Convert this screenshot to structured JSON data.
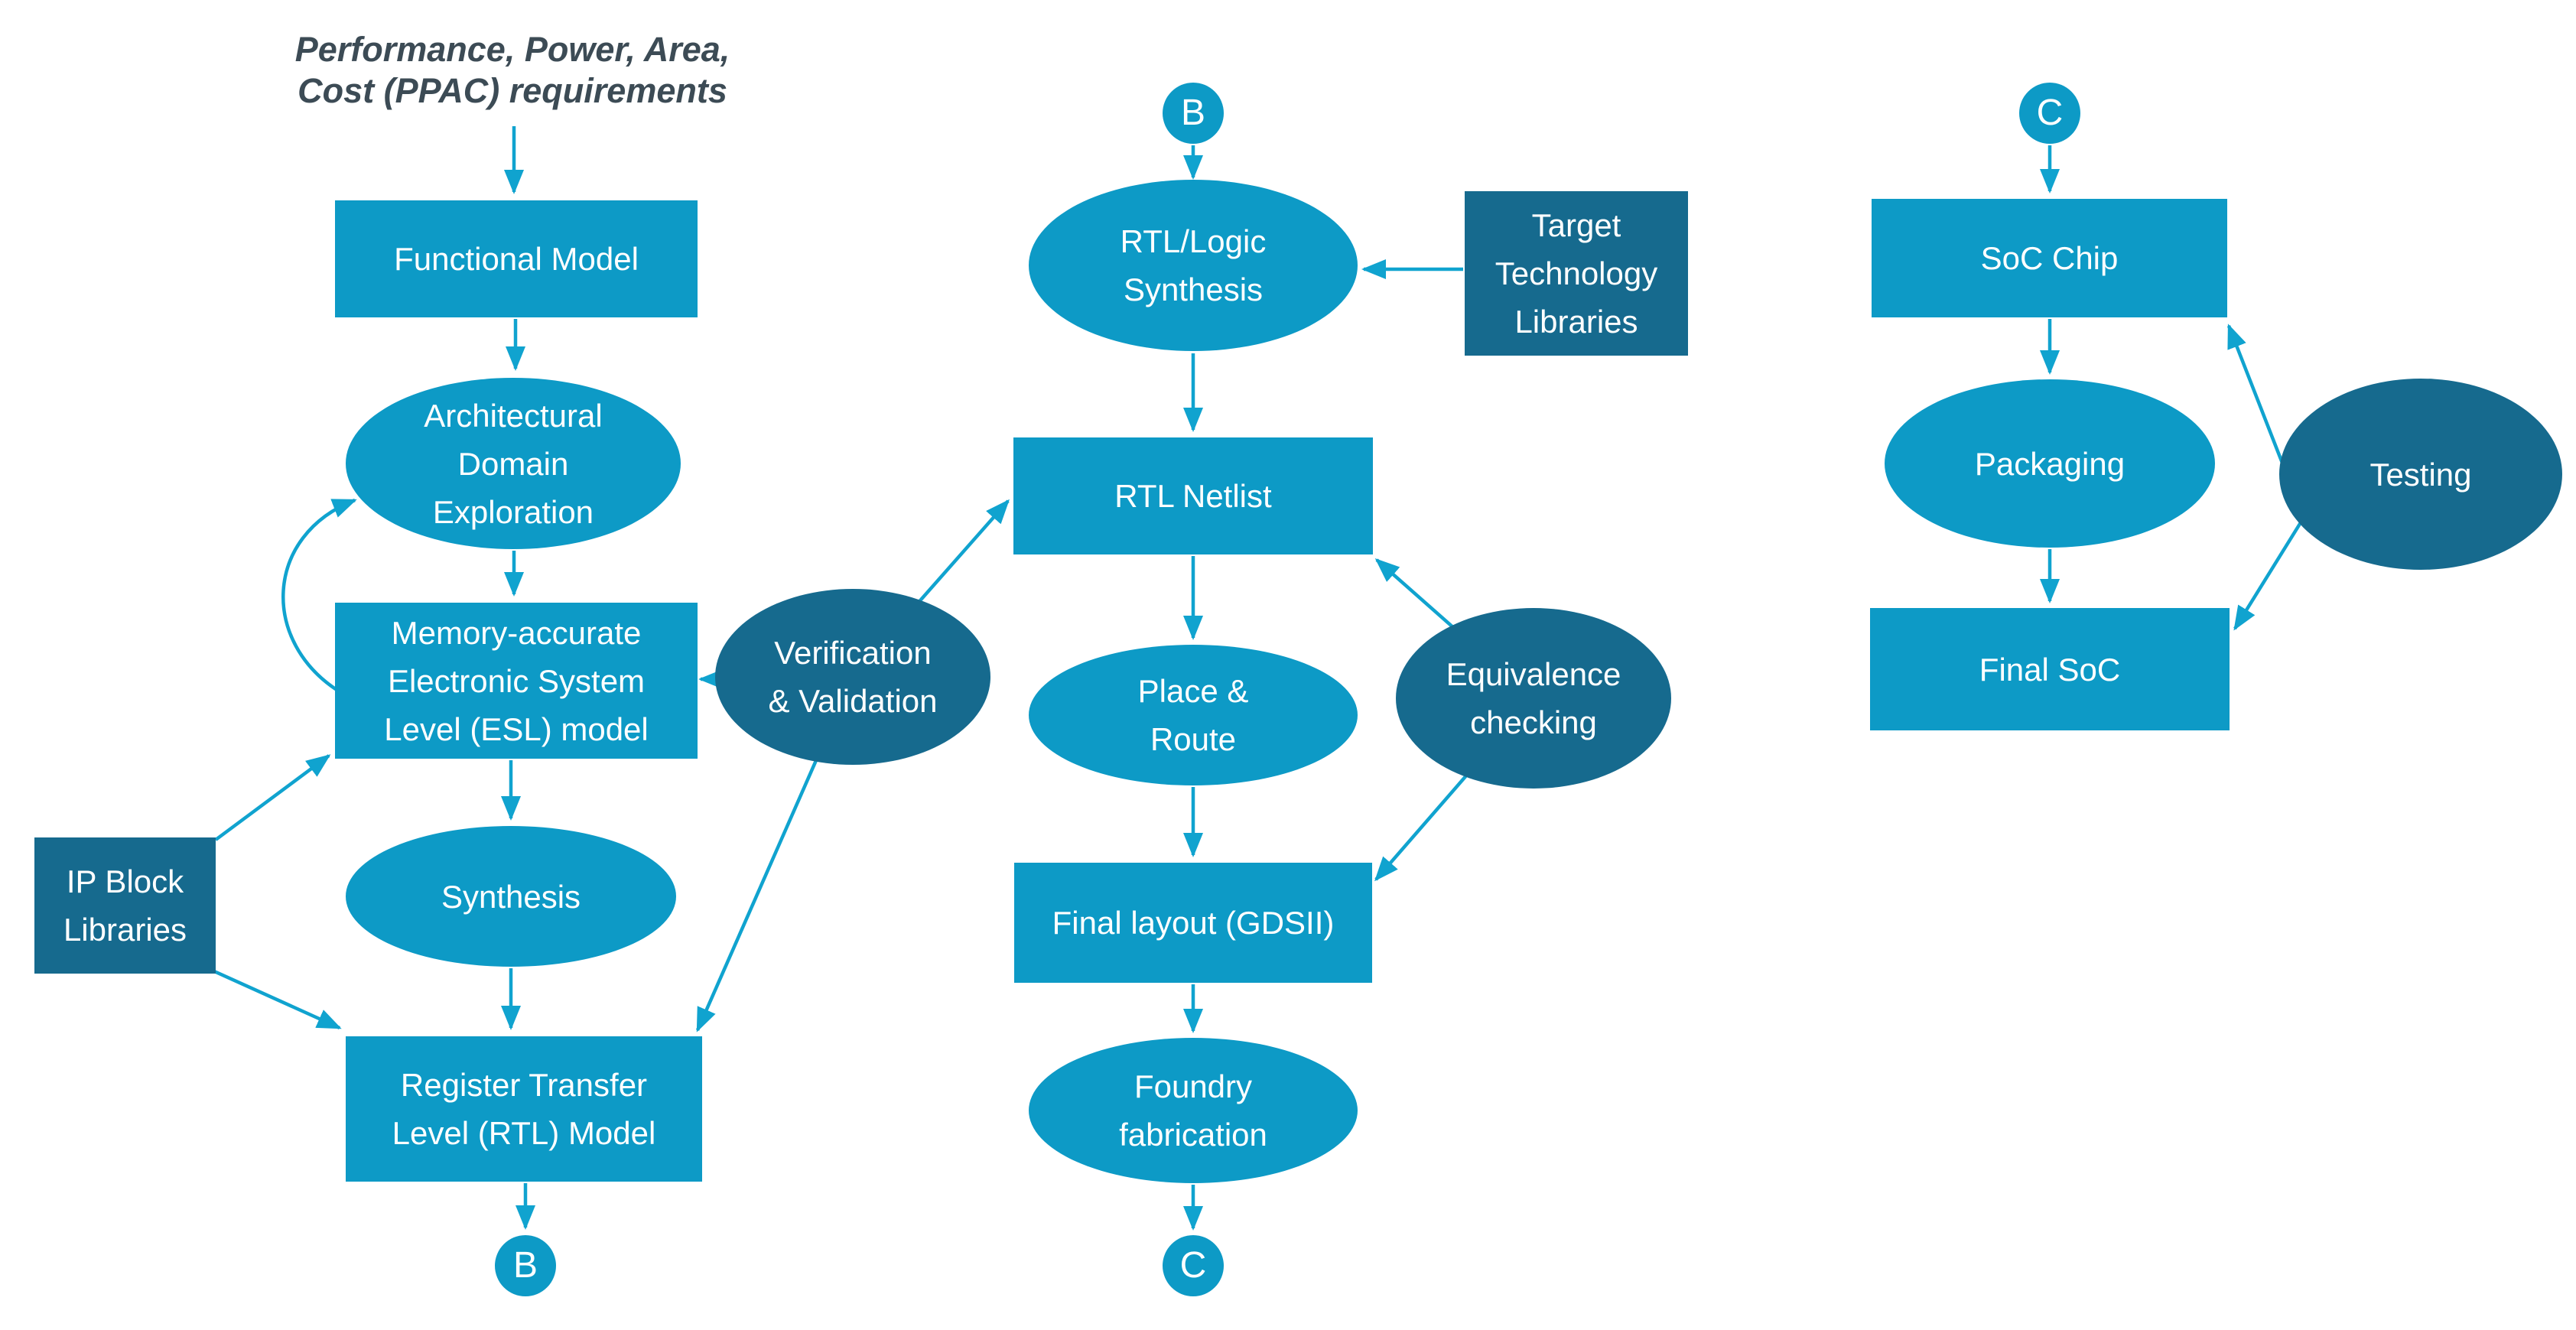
{
  "colors": {
    "node_fill_light": "#0d9ac6",
    "node_fill_dark": "#166a8e",
    "arrow": "#10a3cf",
    "node_text": "#ffffff",
    "annotation_text": "#3c4b55",
    "background": "#ffffff"
  },
  "annotation": {
    "requirements": "Performance, Power, Area,\nCost (PPAC) requirements"
  },
  "nodes": {
    "functional_model": {
      "label": "Functional Model"
    },
    "architectural_domain_exploration": {
      "label": "Architectural\nDomain\nExploration"
    },
    "memory_accurate_esl_model": {
      "label": "Memory-accurate\nElectronic System\nLevel (ESL) model"
    },
    "synthesis": {
      "label": "Synthesis"
    },
    "ip_block_libraries": {
      "label": "IP Block\nLibraries"
    },
    "register_transfer_level_model": {
      "label": "Register Transfer\nLevel (RTL) Model"
    },
    "verification_validation": {
      "label": "Verification\n& Validation"
    },
    "connector_b_out": {
      "label": "B"
    },
    "connector_b_in": {
      "label": "B"
    },
    "rtl_logic_synthesis": {
      "label": "RTL/Logic\nSynthesis"
    },
    "target_technology_libraries": {
      "label": "Target\nTechnology\nLibraries"
    },
    "rtl_netlist": {
      "label": "RTL Netlist"
    },
    "place_and_route": {
      "label": "Place &\nRoute"
    },
    "equivalence_checking": {
      "label": "Equivalence\nchecking"
    },
    "final_layout_gdsii": {
      "label": "Final layout (GDSII)"
    },
    "foundry_fabrication": {
      "label": "Foundry\nfabrication"
    },
    "connector_c_out": {
      "label": "C"
    },
    "connector_c_in": {
      "label": "C"
    },
    "soc_chip": {
      "label": "SoC Chip"
    },
    "packaging": {
      "label": "Packaging"
    },
    "testing": {
      "label": "Testing"
    },
    "final_soc": {
      "label": "Final SoC"
    }
  },
  "edges": [
    {
      "from": "ppac_requirements",
      "to": "functional_model"
    },
    {
      "from": "functional_model",
      "to": "architectural_domain_exploration"
    },
    {
      "from": "architectural_domain_exploration",
      "to": "memory_accurate_esl_model"
    },
    {
      "from": "memory_accurate_esl_model",
      "to": "architectural_domain_exploration",
      "style": "feedback-curve"
    },
    {
      "from": "memory_accurate_esl_model",
      "to": "synthesis"
    },
    {
      "from": "synthesis",
      "to": "register_transfer_level_model"
    },
    {
      "from": "ip_block_libraries",
      "to": "memory_accurate_esl_model"
    },
    {
      "from": "ip_block_libraries",
      "to": "register_transfer_level_model"
    },
    {
      "from": "verification_validation",
      "to": "memory_accurate_esl_model"
    },
    {
      "from": "verification_validation",
      "to": "rtl_netlist"
    },
    {
      "from": "verification_validation",
      "to": "register_transfer_level_model"
    },
    {
      "from": "register_transfer_level_model",
      "to": "connector_b_out"
    },
    {
      "from": "connector_b_in",
      "to": "rtl_logic_synthesis"
    },
    {
      "from": "target_technology_libraries",
      "to": "rtl_logic_synthesis"
    },
    {
      "from": "rtl_logic_synthesis",
      "to": "rtl_netlist"
    },
    {
      "from": "rtl_netlist",
      "to": "place_and_route"
    },
    {
      "from": "place_and_route",
      "to": "final_layout_gdsii"
    },
    {
      "from": "equivalence_checking",
      "to": "rtl_netlist"
    },
    {
      "from": "equivalence_checking",
      "to": "final_layout_gdsii"
    },
    {
      "from": "final_layout_gdsii",
      "to": "foundry_fabrication"
    },
    {
      "from": "foundry_fabrication",
      "to": "connector_c_out"
    },
    {
      "from": "connector_c_in",
      "to": "soc_chip"
    },
    {
      "from": "soc_chip",
      "to": "packaging"
    },
    {
      "from": "packaging",
      "to": "final_soc"
    },
    {
      "from": "testing",
      "to": "soc_chip"
    },
    {
      "from": "testing",
      "to": "final_soc"
    }
  ]
}
